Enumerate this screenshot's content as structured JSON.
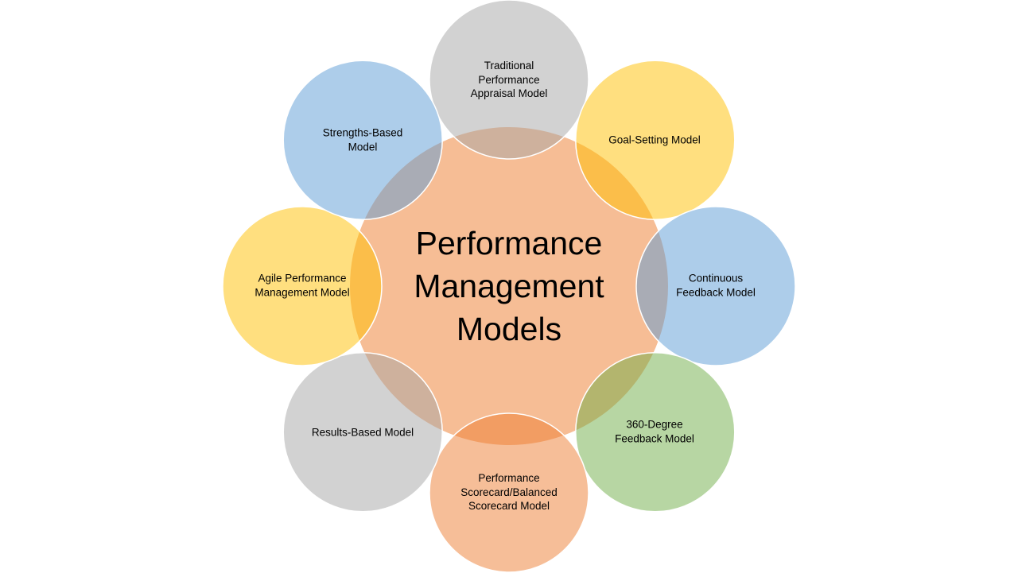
{
  "title": "Performance Management Models",
  "center_color": "#F4B183",
  "models": [
    {
      "label": "Traditional Performance Appraisal Model",
      "color": "#A5A5A5"
    },
    {
      "label": "Goal-Setting Model",
      "color": "#FFC000"
    },
    {
      "label": "Continuous Feedback Model",
      "color": "#5B9BD5"
    },
    {
      "label": "360-Degree Feedback Model",
      "color": "#70AD47"
    },
    {
      "label": "Performance Scorecard/Balanced Scorecard Model",
      "color": "#ED7D31"
    },
    {
      "label": "Results-Based Model",
      "color": "#A5A5A5"
    },
    {
      "label": "Agile Performance Management Model",
      "color": "#FFC000"
    },
    {
      "label": "Strengths-Based Model",
      "color": "#5B9BD5"
    }
  ]
}
